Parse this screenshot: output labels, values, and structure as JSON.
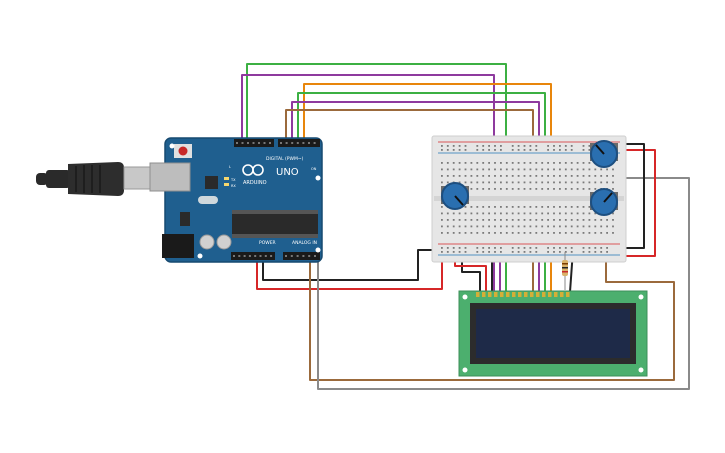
{
  "board": {
    "logo_text": "ARDUINO",
    "model_text": "UNO",
    "digital_label": "DIGITAL (PWM~)",
    "power_label": "POWER",
    "analog_label": "ANALOG IN",
    "tx_label": "TX",
    "rx_label": "RX",
    "on_label": "ON",
    "l_label": "L"
  },
  "colors": {
    "board": "#1f5f8f",
    "board_edge": "#174a70",
    "lcd_pcb": "#4caf6e",
    "lcd_screen": "#1e2a48",
    "breadboard": "#e6e6e6",
    "pot_knob": "#2a6fb0",
    "wire_red": "#d62728",
    "wire_black": "#222222",
    "wire_green": "#3cb043",
    "wire_purple": "#8e3a9e",
    "wire_orange": "#e8860c",
    "wire_brown": "#9b6a3c",
    "wire_gray": "#8a8a8a"
  },
  "components": {
    "usb_cable": "usb-cable-icon",
    "potentiometer": "potentiometer-icon",
    "resistor": "resistor-icon",
    "lcd": "lcd-16x2-display"
  }
}
